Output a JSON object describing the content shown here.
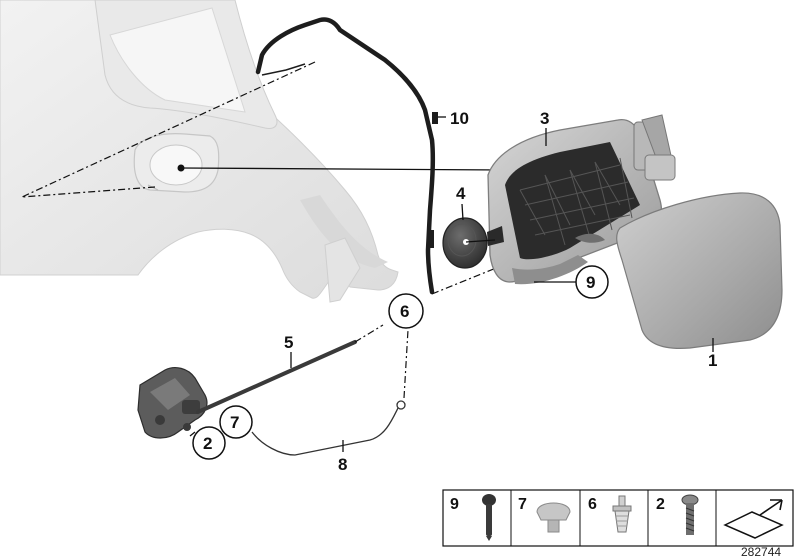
{
  "callouts": {
    "c1": "1",
    "c2": "2",
    "c3": "3",
    "c4": "4",
    "c5": "5",
    "c6": "6",
    "c7": "7",
    "c8": "8",
    "c9": "9",
    "c10": "10"
  },
  "legend": {
    "items": [
      {
        "number": "9",
        "icon": "push-pin-icon"
      },
      {
        "number": "7",
        "icon": "rubber-buffer-icon"
      },
      {
        "number": "6",
        "icon": "expanding-rivet-icon"
      },
      {
        "number": "2",
        "icon": "screw-icon"
      },
      {
        "number": "",
        "icon": "view-direction-arrow-icon"
      }
    ]
  },
  "reference_number": "282744"
}
